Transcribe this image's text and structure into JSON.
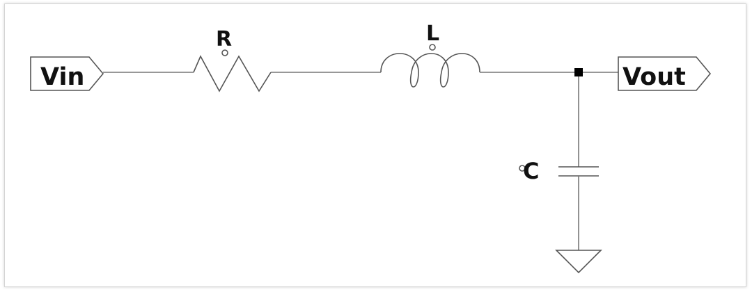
{
  "diagram": {
    "ports": {
      "input": {
        "label": "Vin"
      },
      "output": {
        "label": "Vout"
      }
    },
    "components": {
      "resistor": {
        "label": "R"
      },
      "inductor": {
        "label": "L"
      },
      "capacitor": {
        "label": "C"
      }
    },
    "colors": {
      "wire": "#777777",
      "component": "#555555",
      "text": "#111111",
      "node": "#000000"
    }
  }
}
